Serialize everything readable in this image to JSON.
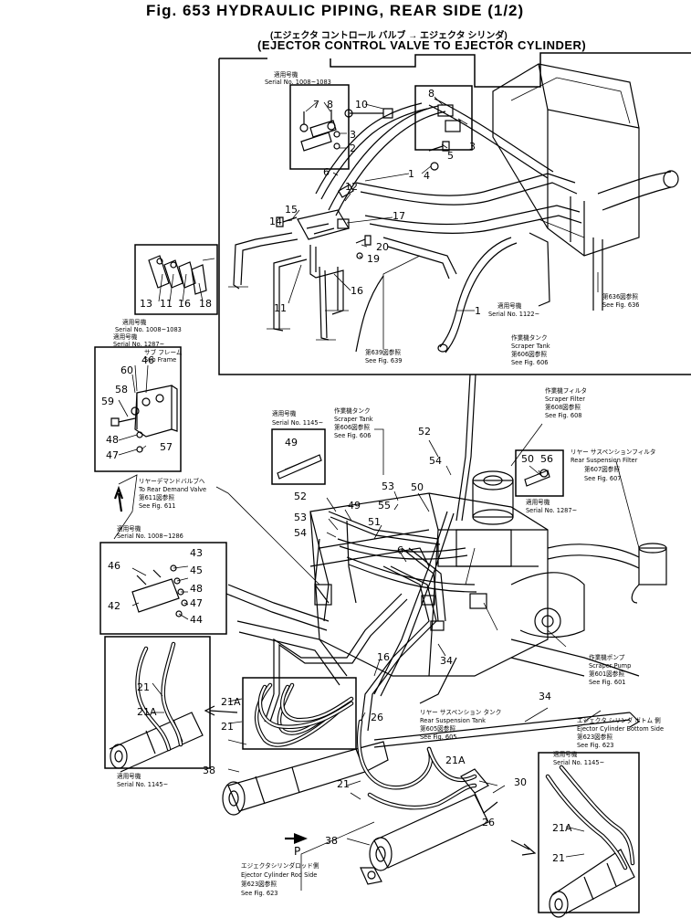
{
  "header": {
    "title": "Fig. 653  HYDRAULIC PIPING, REAR SIDE  (1/2)",
    "subtitle_jp": "(エジェクタ コントロール バルブ → エジェクタ シリンダ)",
    "subtitle_en": "(EJECTOR CONTROL VALVE TO EJECTOR CYLINDER)"
  },
  "callouts": {
    "c7": "7",
    "c8a": "8",
    "c3a": "3",
    "c2": "2",
    "c10": "10",
    "c8b": "8",
    "c3b": "3",
    "c5": "5",
    "c4": "4",
    "c6a": "6",
    "c1a": "1",
    "c12": "12",
    "c15": "15",
    "c14": "14",
    "c17": "17",
    "c20": "20",
    "c19": "19",
    "c11a": "11",
    "c16a": "16",
    "c13": "13",
    "c11b": "11",
    "c16b": "16",
    "c18": "18",
    "c1b": "1",
    "c60": "60",
    "c46a": "46",
    "c58": "58",
    "c59": "59",
    "c48a": "48",
    "c47a": "47",
    "c57": "57",
    "c49a": "49",
    "c52a": "52",
    "c54a": "54",
    "c53a": "53",
    "c50a": "50",
    "c55": "55",
    "c52b": "52",
    "c53b": "53",
    "c54b": "54",
    "c49b": "49",
    "c51": "51",
    "c6b": "6",
    "c50b": "50",
    "c56": "56",
    "c46b": "46",
    "c43": "43",
    "c45": "45",
    "c48b": "48",
    "c47b": "47",
    "c42": "42",
    "c44": "44",
    "c16c": "16",
    "c34a": "34",
    "c34b": "34",
    "c26a": "26",
    "c30": "30",
    "c26b": "26",
    "c21a": "21",
    "c21Aa": "21A",
    "c21Ab": "21A",
    "c21b": "21",
    "c38a": "38",
    "c21c": "21",
    "c21Ac": "21A",
    "c38b": "38",
    "c21Ad": "21A",
    "c21d": "21",
    "arrowP": "P"
  },
  "notes": {
    "n_app1_jp": "適用号機",
    "n_app1_sn": "Serial No. 1008~1083",
    "n_app2_jp": "適用号機",
    "n_app2_sn": "Serial No. 1008~1083",
    "n_app3_jp": "適用号機",
    "n_app3_sn": "Serial No. 1287~",
    "n_subframe_jp": "サブ フレーム",
    "n_subframe_en": "Sub Frame",
    "n_reardemand_jp": "リヤーデマンドバルブへ",
    "n_reardemand_en": "To Rear Demand Valve",
    "n_reardemand_ref_jp": "第611図参照",
    "n_reardemand_ref": "See Fig. 611",
    "n_app4_jp": "適用号機",
    "n_app4_sn": "Serial No. 1008~1286",
    "n_app5_jp": "適用号機",
    "n_app5_sn": "Serial No. 1145~",
    "n_scrapertank_jp": "作業機タンク",
    "n_scrapertank_en": "Scraper Tank",
    "n_scrapertank_ref_jp": "第606図参照",
    "n_scrapertank_ref": "See Fig. 606",
    "n_scraperfilter_jp": "作業機フィルタ",
    "n_scraperfilter_en": "Scraper Filter",
    "n_scraperfilter_ref_jp": "第608図参照",
    "n_scraperfilter_ref": "See Fig. 608",
    "n_app6_jp": "適用号機",
    "n_app6_sn": "Serial No. 1287~",
    "n_rsfilter_jp": "リヤー サスペンションフィルタ",
    "n_rsfilter_en": "Rear Suspension Filter",
    "n_rsfilter_ref_jp": "第607図参照",
    "n_rsfilter_ref": "See Fig. 607",
    "n_scraperpump_jp": "作業機ポンプ",
    "n_scraperpump_en": "Scraper Pump",
    "n_scraperpump_ref_jp": "第601図参照",
    "n_scraperpump_ref": "See Fig. 601",
    "n_rstank_jp": "リヤー サスペンション タンク",
    "n_rstank_en": "Rear Suspension Tank",
    "n_rstank_ref_jp": "第605図参照",
    "n_rstank_ref": "See Fig. 605",
    "n_ecbottom_jp": "エジェクタ シリンダ ボトム 側",
    "n_ecbottom_en": "Ejector Cylinder Bottom Side",
    "n_ecbottom_ref_jp": "第623図参照",
    "n_ecbottom_ref": "See Fig. 623",
    "n_app7_jp": "適用号機",
    "n_app7_sn": "Serial No. 1145~",
    "n_ecrod_jp": "エジェクタシリンダロッド側",
    "n_ecrod_en": "Ejector Cylinder Rod Side",
    "n_ecrod_ref_jp": "第623図参照",
    "n_ecrod_ref": "See Fig. 623",
    "n_fig636_jp": "第636図参照",
    "n_fig636": "See Fig. 636",
    "n_app8_jp": "適用号機",
    "n_app8_sn": "Serial No. 1122~",
    "n_tank2_jp": "作業機タンク",
    "n_tank2_en": "Scraper Tank",
    "n_tank2_ref_jp": "第606図参照",
    "n_tank2_ref": "See Fig. 606",
    "n_fig639_jp": "第639図参照",
    "n_fig639": "See Fig. 639"
  }
}
